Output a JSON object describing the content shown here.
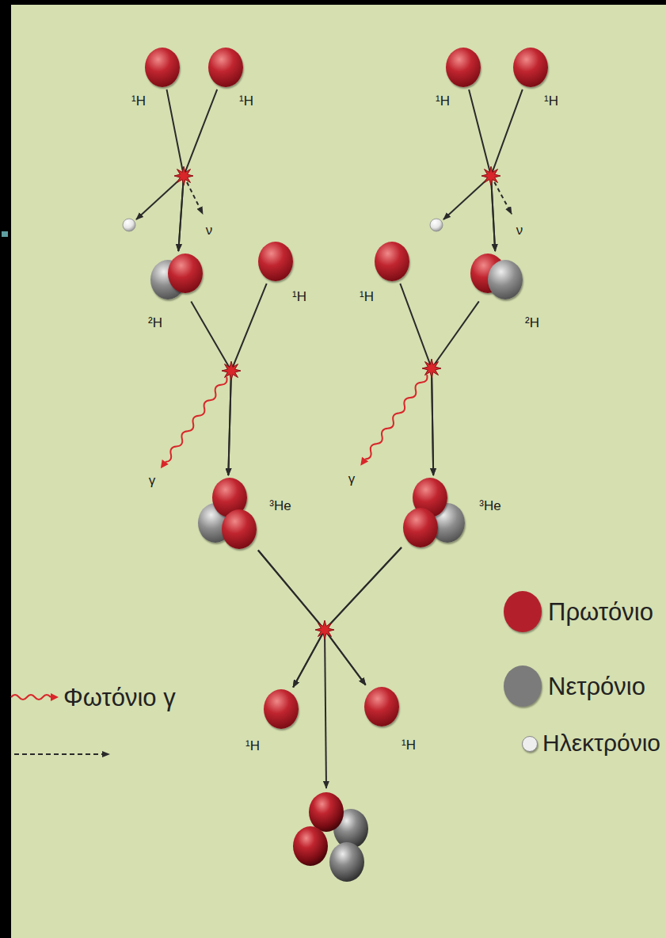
{
  "diagram": {
    "nodes": [
      {
        "text": [
          "¹H"
        ]
      },
      {
        "text": [
          "¹H"
        ]
      },
      {
        "text": [
          "¹H"
        ]
      },
      {
        "text": [
          "¹H"
        ]
      },
      {
        "text": [
          "²H"
        ]
      },
      {
        "text": [
          "¹H"
        ]
      },
      {
        "text": [
          "¹H"
        ]
      },
      {
        "text": [
          "²H"
        ]
      },
      {
        "text": [
          "³He"
        ]
      },
      {
        "text": [
          "³He"
        ]
      },
      {
        "text": [
          "¹H"
        ]
      },
      {
        "text": [
          "¹H"
        ]
      }
    ],
    "edges": [
      {
        "from": 0,
        "to": 4,
        "arrow": "to"
      },
      {
        "from": 1,
        "to": 4,
        "arrow": "to"
      },
      {
        "from": 2,
        "to": 7,
        "arrow": "to"
      },
      {
        "from": 3,
        "to": 7,
        "arrow": "to"
      },
      {
        "from": 4,
        "to": 8,
        "arrow": "to"
      },
      {
        "from": 5,
        "to": 8,
        "arrow": "to"
      },
      {
        "from": 6,
        "to": 9,
        "arrow": "to"
      },
      {
        "from": 7,
        "to": 9,
        "arrow": "to"
      },
      {
        "from": 8,
        "to": 10,
        "arrow": "to"
      },
      {
        "from": 8,
        "to": 11,
        "arrow": "to"
      },
      {
        "from": 9,
        "to": 10,
        "arrow": "to"
      },
      {
        "from": 9,
        "to": 11,
        "arrow": "to"
      }
    ],
    "labels": [
      "ν",
      "ν",
      "γ",
      "γ"
    ],
    "legend": [
      {
        "text": "Πρωτόνιο",
        "color": "#b3202c"
      },
      {
        "text": "Νετρόνιο",
        "color": "#7b7b7b"
      },
      {
        "text": "Ηλεκτρόνιο",
        "color": "#eeeeee"
      },
      {
        "text": "Φωτόνιο γ"
      }
    ]
  }
}
